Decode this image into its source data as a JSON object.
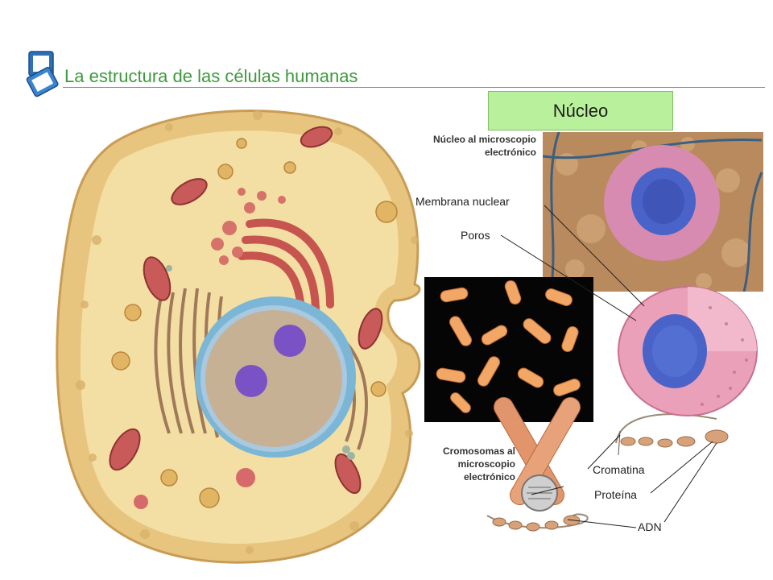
{
  "title": "La estructura de las células humanas",
  "section_label": "Núcleo",
  "labels": {
    "em_nucleus": [
      "Núcleo al microscopio",
      "electrónico"
    ],
    "nuclear_membrane": "Membrana nuclear",
    "pores": "Poros",
    "em_chromosomes": [
      "Cromosomas al",
      "microscopio",
      "electrónico"
    ],
    "chromatin": "Cromatina",
    "protein": "Proteína",
    "dna": "ADN"
  },
  "colors": {
    "title": "#3d9a3d",
    "section_box": "#b8f09c",
    "cell_membrane": "#e8c886",
    "cytoplasm": "#f2dc9e",
    "nucleolus": "#7a52c6",
    "mitochondria": "#c95a5a"
  }
}
